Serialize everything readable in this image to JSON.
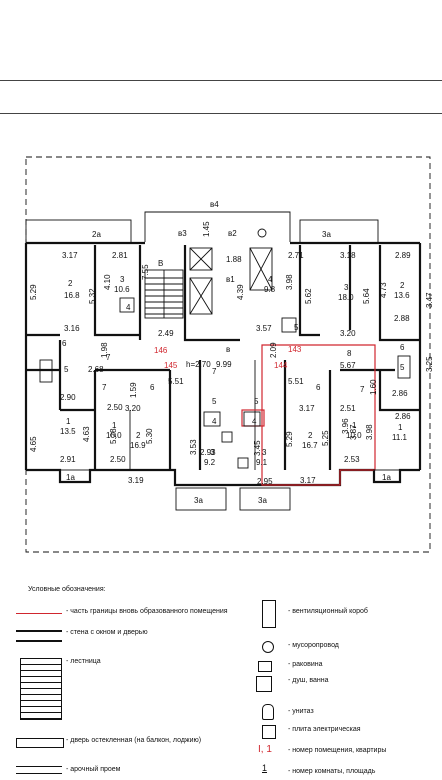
{
  "plan": {
    "balcony_top": "в4",
    "rooms": {
      "top_left_2a": "2а",
      "top_right_3a": "3а",
      "elev_v3": "в3",
      "elev_v2": "в2",
      "stair_v": "В",
      "lift_v1": "в1",
      "hall_v": "в",
      "bottom_1a_left": "1а",
      "bottom_1a_right": "1а",
      "bottom_3a_left": "3а",
      "bottom_3a_right": "3а"
    },
    "dims": {
      "d_317a": "3.17",
      "d_281": "2.81",
      "d_529": "5.29",
      "d_410": "4.10",
      "d_532": "5.32",
      "d_755": "7.55",
      "d_188": "1.88",
      "d_145": "1.45",
      "d_271": "2.71",
      "d_398": "3.98",
      "d_318": "3.18",
      "d_289": "2.89",
      "d_562": "5.62",
      "d_564": "5.64",
      "d_473": "4.73",
      "d_347": "3.47",
      "d_439": "4.39",
      "d_316": "3.16",
      "d_249": "2.49",
      "d_357": "3.57",
      "d_320": "3.20",
      "d_288": "2.88",
      "d_268": "2.68",
      "d_198": "1.98",
      "d_209": "2.09",
      "d_567": "5.67",
      "d_999": "9.99",
      "d_h": "h=2.70",
      "d_551a": "5.51",
      "d_551b": "5.51",
      "d_159": "1.59",
      "d_160": "1.60",
      "d_290": "2.90",
      "d_250a": "2.50",
      "d_320b": "3.20",
      "d_317b": "3.17",
      "d_251": "2.51",
      "d_286a": "2.86",
      "d_465": "4.65",
      "d_463": "4.63",
      "d_528": "5.28",
      "d_530": "5.30",
      "d_353": "3.53",
      "d_345": "3.45",
      "d_525": "5.25",
      "d_387": "3.87",
      "d_398b": "3.98",
      "d_396": "3.96",
      "d_286b": "2.86",
      "d_291": "2.91",
      "d_250b": "2.50",
      "d_293": "2.93",
      "d_295": "2.95",
      "d_253": "2.53",
      "d_319": "3.19",
      "d_317c": "3.17",
      "d_325": "3.25"
    },
    "areas": {
      "a168": "16.8",
      "a106": "10.6",
      "a98": "9.8",
      "a180": "18.0",
      "a136": "13.6",
      "a135": "13.5",
      "a100a": "10.0",
      "a169": "16.9",
      "a92": "9.2",
      "a91": "9.1",
      "a167": "16.7",
      "a100b": "10.0",
      "a111": "11.1"
    },
    "room_numbers": {
      "n1a": "1",
      "n1b": "1",
      "n1c": "1",
      "n1d": "1",
      "n2a": "2",
      "n2b": "2",
      "n2c": "2",
      "n3a": "3",
      "n3b": "3",
      "n3c": "3",
      "n3d": "3",
      "n4a": "4",
      "n4b": "4",
      "n4c": "4",
      "n4d": "4",
      "n5a": "5",
      "n5b": "5",
      "n5c": "5",
      "n5d": "5",
      "n5e": "5",
      "n6a": "6",
      "n6b": "6",
      "n6c": "6",
      "n6d": "6",
      "n7a": "7",
      "n7b": "7",
      "n7c": "7",
      "n7d": "7",
      "n8": "8"
    },
    "premises_numbers": {
      "p146": "146",
      "p145": "145",
      "p144": "144",
      "p143": "143"
    }
  },
  "legend": {
    "title": "Условные обозначения:",
    "items": {
      "red_line": "- часть границы вновь образованного помещения",
      "wall_window": "- стена с окном и дверью",
      "stair": "- лестница",
      "glass_door": "- дверь остекленная (на балкон, лоджию)",
      "arch": "- арочный проем",
      "vent": "- вентиляционный короб",
      "garbage": "- мусоропровод",
      "sink": "- раковина",
      "shower": "- душ, ванна",
      "toilet": "- унитаз",
      "stove": "- плита электрическая",
      "number": "- номер помещения, квартиры",
      "area": "- номер комнаты, площадь"
    },
    "sample_number": "I, 1",
    "sample_area": "1"
  },
  "colors": {
    "boundary_red": "#d0262e",
    "wall": "#111111"
  }
}
